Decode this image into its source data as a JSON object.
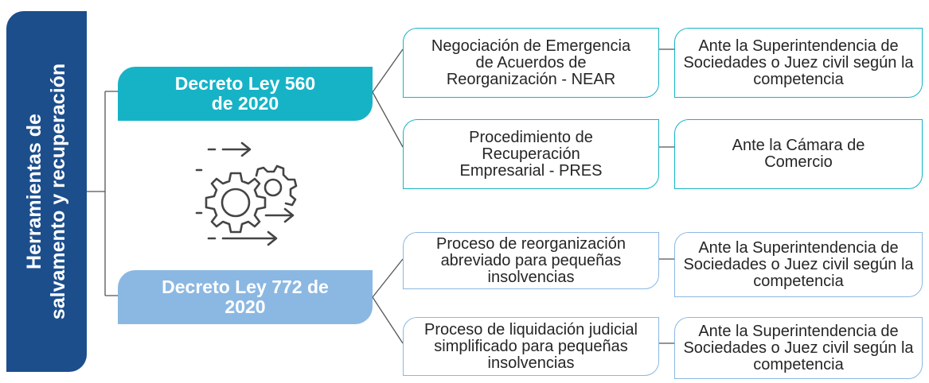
{
  "sidebar": {
    "line1": "Herramientas de",
    "line2": "salvamento y recuperación"
  },
  "decrees": [
    {
      "label": "Decreto Ley 560 de 2020",
      "color": "#16b3c6",
      "tools": [
        {
          "name": "Negociación de Emergencia de Acuerdos de Reorganización - NEAR",
          "authority": "Ante la Superintendencia de Sociedades o Juez civil según la competencia"
        },
        {
          "name": "Procedimiento de Recuperación Empresarial - PRES",
          "authority": "Ante la Cámara de Comercio"
        }
      ]
    },
    {
      "label": "Decreto Ley 772 de 2020",
      "color": "#8bb8e2",
      "tools": [
        {
          "name": "Proceso de reorganización abreviado para pequeñas insolvencias",
          "authority": "Ante la Superintendencia de Sociedades o Juez civil según la competencia"
        },
        {
          "name": "Proceso de liquidación judicial simplificado para pequeñas insolvencias",
          "authority": "Ante la Superintendencia de Sociedades o Juez civil según la competencia"
        }
      ]
    }
  ],
  "icon": "gears-arrows-icon",
  "colors": {
    "sidebar": "#1c4e8c",
    "connector": "#555555"
  }
}
